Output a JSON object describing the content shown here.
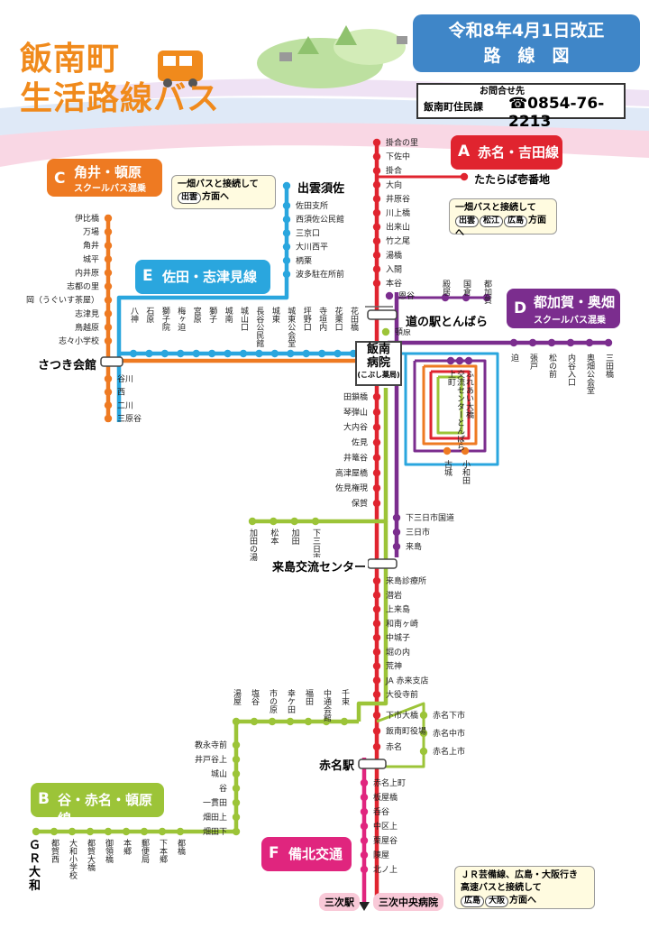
{
  "header": {
    "title_line1": "飯南町",
    "title_line2": "生活路線バス",
    "revision_line1": "令和8年4月1日改正",
    "revision_line2": "路　線　図",
    "contact_label": "お問合せ先",
    "contact_org": "飯南町住民課",
    "contact_tel": "☎0854-76-2213"
  },
  "routes": {
    "A": {
      "letter": "A",
      "name": "赤名・吉田線",
      "color": "#e0242f"
    },
    "B": {
      "letter": "B",
      "name": "谷・赤名・頓原線",
      "color": "#9cc438"
    },
    "C": {
      "letter": "C",
      "name": "角井・頓原",
      "sub": "スクールバス混乗",
      "color": "#ee7a22"
    },
    "D": {
      "letter": "D",
      "name": "都加賀・奥畑",
      "sub": "スクールバス混乗",
      "color": "#7b2d8e"
    },
    "E": {
      "letter": "E",
      "name": "佐田・志津見線",
      "color": "#2aa6de"
    },
    "F": {
      "letter": "F",
      "name": "備北交通",
      "color": "#e0257e"
    }
  },
  "notes": {
    "izumo": {
      "line1": "一畑バスと接続して",
      "chips": [
        "出雲"
      ],
      "tail": "方面へ"
    },
    "tatarabaA": {
      "line1": "一畑バスと接続して",
      "chips": [
        "出雲",
        "松江",
        "広島"
      ],
      "tail": "方面へ"
    },
    "jr": {
      "line1": "ＪＲ芸備線、広島・大阪行き",
      "line2": "高速バスと接続して",
      "chips": [
        "広島",
        "大阪"
      ],
      "tail": "方面へ"
    }
  },
  "hubs": {
    "satsuki": "さつき会館",
    "michinoeki": "道の駅とんばら",
    "hospital_l1": "飯南",
    "hospital_l2": "病院",
    "hospital_l3": "(こぶし薬局)",
    "kijima": "来島交流センター",
    "akana": "赤名駅",
    "izumosusa": "出雲須佐",
    "tataraba": "たたらば壱番地",
    "gr_yamato": "ＧＲ大和",
    "miyoshi_st": "三次駅",
    "miyoshi_hosp": "三次中央病院"
  },
  "stops": {
    "A_north": [
      "掛合の里",
      "下佐中",
      "掛合",
      "大向",
      "井原谷",
      "川上橋",
      "出来山",
      "竹之尾",
      "湯橋",
      "入間",
      "本谷"
    ],
    "C": [
      "伊比橋",
      "万場",
      "角井",
      "城平",
      "内井原",
      "志都の里",
      "岡（うぐいす茶屋）",
      "志津見",
      "鳥越原",
      "志々小学校"
    ],
    "C_south": [
      "谷川",
      "西",
      "二川",
      "三原谷"
    ],
    "E_north": [
      "佐田支所",
      "西須佐公民館",
      "三京口",
      "大川西平",
      "柄栗",
      "波多駐在所前"
    ],
    "E_west": [
      "八神",
      "石原",
      "獅子院",
      "梅ヶ迫",
      "宮原",
      "獅子",
      "城南",
      "城山口",
      "長谷公民館",
      "城東",
      "城東公会堂",
      "坪野口",
      "寺垣内",
      "花栗口",
      "花田橋"
    ],
    "D_up": [
      "恩谷",
      "殿居",
      "国倉",
      "都加賀"
    ],
    "D_east": [
      "迫",
      "張戸",
      "松の前",
      "内谷入口",
      "奥畑公会堂",
      "三田橋"
    ],
    "loop": [
      "上町",
      "交流センターとんばら",
      "ふれあい大橋",
      "古城",
      "小和田"
    ],
    "trunk": [
      "頓原",
      "田鎖橋",
      "琴弾山",
      "大内谷",
      "佐見",
      "井篭谷",
      "高津屋橋",
      "佐見権現",
      "保賀"
    ],
    "shimomika": [
      "下三日市国道",
      "三日市",
      "来島"
    ],
    "kijima_branch": [
      "加田の湯",
      "松本",
      "加田",
      "下三日市"
    ],
    "A_south": [
      "来島診療所",
      "潜岩",
      "上来島",
      "和南ヶ崎",
      "中城子",
      "堀の内",
      "荒神",
      "JA 赤来支店",
      "大役寺前"
    ],
    "akana_loop": [
      "下市大橋",
      "飯南町役場",
      "赤名",
      "赤名下市",
      "赤名中市",
      "赤名上市"
    ],
    "B_top": [
      "湯屋",
      "塩谷",
      "市の原",
      "幸ケ田",
      "福田",
      "中通会館",
      "千束"
    ],
    "B_side": [
      "教永寺前",
      "井戸谷上",
      "城山",
      "谷",
      "一貫田",
      "畑田上",
      "畑田下"
    ],
    "B_bottom": [
      "都賀西",
      "大和小学校",
      "都賀大橋",
      "御領橋",
      "本郷",
      "郵便局",
      "下本郷",
      "都橋"
    ],
    "F": [
      "赤名上町",
      "板屋橋",
      "呑谷",
      "中区上",
      "栗屋谷",
      "陳屋",
      "北ノ上"
    ]
  }
}
